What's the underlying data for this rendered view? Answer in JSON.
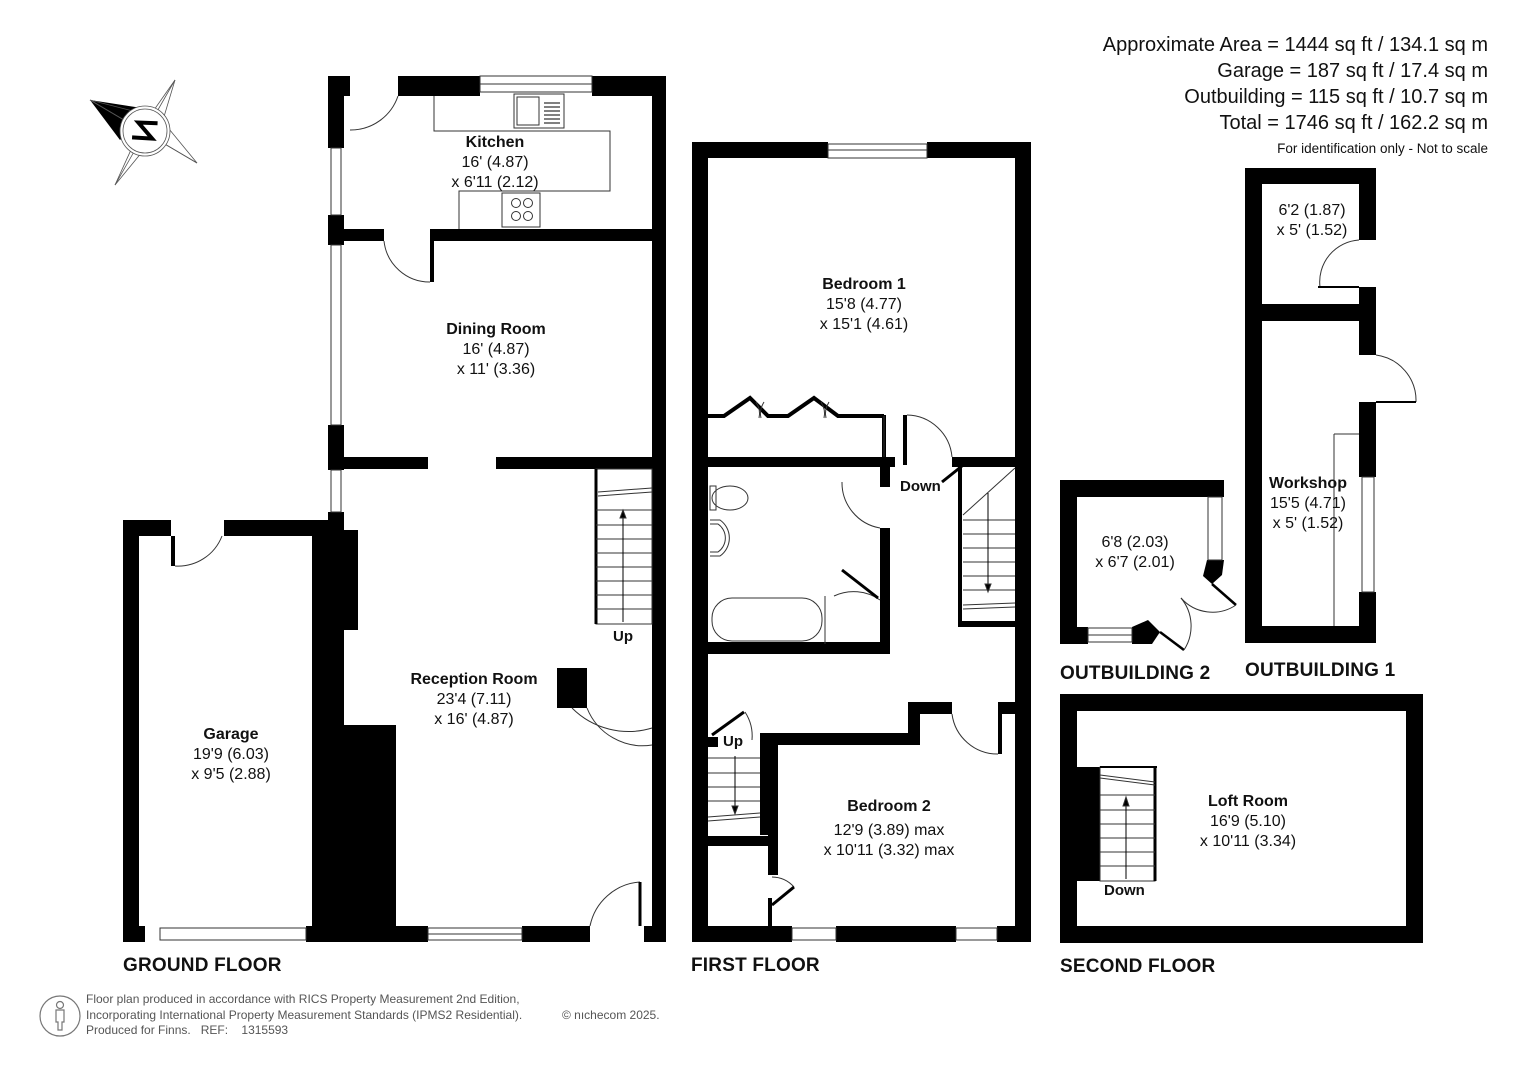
{
  "areas": {
    "approximate": "Approximate Area = 1444 sq ft / 134.1 sq m",
    "garage": "Garage = 187 sq ft / 17.4 sq m",
    "outbuilding": "Outbuilding = 115 sq ft / 10.7 sq m",
    "total": "Total = 1746 sq ft / 162.2 sq m",
    "note": "For identification only - Not to scale"
  },
  "compass": {
    "icon": "compass-north-icon",
    "letter": "N"
  },
  "ground_floor": {
    "label": "GROUND FLOOR",
    "rooms": [
      {
        "name": "Kitchen",
        "dim1": "16' (4.87)",
        "dim2": "x 6'11 (2.12)"
      },
      {
        "name": "Dining Room",
        "dim1": "16' (4.87)",
        "dim2": "x 11' (3.36)"
      },
      {
        "name": "Reception Room",
        "dim1": "23'4 (7.11)",
        "dim2": "x 16' (4.87)"
      },
      {
        "name": "Garage",
        "dim1": "19'9 (6.03)",
        "dim2": "x 9'5 (2.88)"
      }
    ],
    "stairs": "Up"
  },
  "first_floor": {
    "label": "FIRST FLOOR",
    "rooms": [
      {
        "name": "Bedroom 1",
        "dim1": "15'8 (4.77)",
        "dim2": "x 15'1 (4.61)"
      },
      {
        "name": "Bedroom 2",
        "dim1": "12'9 (3.89) max",
        "dim2": "x 10'11 (3.32) max"
      }
    ],
    "stairs_down": "Down",
    "stairs_up": "Up"
  },
  "second_floor": {
    "label": "SECOND FLOOR",
    "rooms": [
      {
        "name": "Loft Room",
        "dim1": "16'9 (5.10)",
        "dim2": "x 10'11 (3.34)"
      }
    ],
    "stairs": "Down"
  },
  "outbuilding_1": {
    "label": "OUTBUILDING 1",
    "rooms": [
      {
        "name": "",
        "dim1": "6'2 (1.87)",
        "dim2": "x 5' (1.52)"
      },
      {
        "name": "Workshop",
        "dim1": "15'5 (4.71)",
        "dim2": "x 5' (1.52)"
      }
    ]
  },
  "outbuilding_2": {
    "label": "OUTBUILDING 2",
    "rooms": [
      {
        "name": "",
        "dim1": "6'8 (2.03)",
        "dim2": "x 6'7 (2.01)"
      }
    ]
  },
  "footer": {
    "line1": "Floor plan produced in accordance with RICS Property Measurement 2nd Edition,",
    "line2": "Incorporating International Property Measurement Standards (IPMS2 Residential).",
    "line3": "Produced for Finns.   REF:    1315593",
    "copyright": "© nıchecom 2025.",
    "icon": "person-icon"
  },
  "colors": {
    "wall": "#000000",
    "background": "#ffffff",
    "text": "#111111",
    "footer_text": "#555555"
  }
}
